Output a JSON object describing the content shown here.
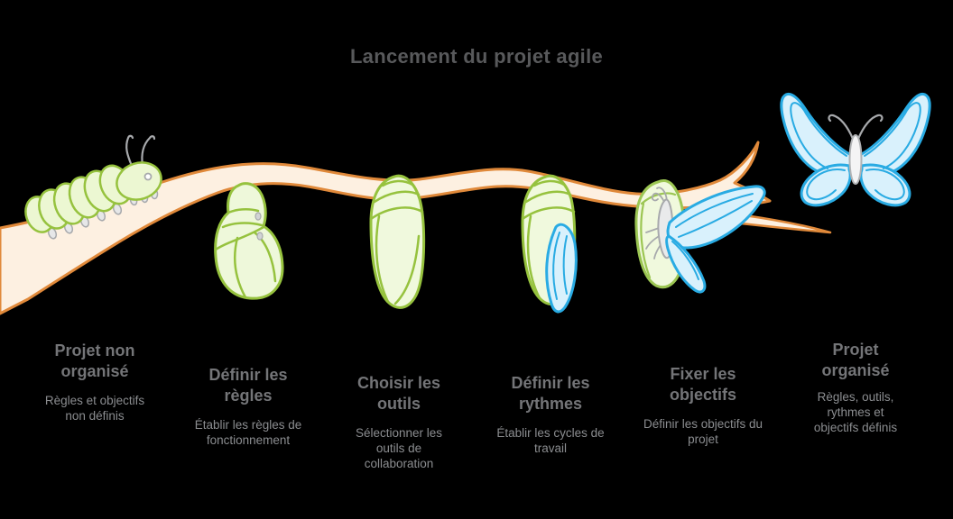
{
  "title": "Lancement du projet agile",
  "colors": {
    "background": "#000000",
    "title_text": "#58595b",
    "stage_heading_text": "#747578",
    "stage_subtext_text": "#8b8d90",
    "branch_fill": "#fdf0e1",
    "branch_stroke": "#e0893a",
    "green_fill": "#eef8da",
    "green_stroke": "#96c23e",
    "blue_fill": "#d9f1fc",
    "blue_stroke": "#29abe3",
    "gray_detail": "#a7a9ac"
  },
  "stages": [
    {
      "heading": "Projet non organisé",
      "subtext": "Règles et objectifs non définis",
      "illustration": "caterpillar-on-branch"
    },
    {
      "heading": "Définir les règles",
      "subtext": "Établir les règles de fonctionnement",
      "illustration": "caterpillar-curling-into-chrysalis"
    },
    {
      "heading": "Choisir les outils",
      "subtext": "Sélectionner les outils de collaboration",
      "illustration": "chrysalis"
    },
    {
      "heading": "Définir les rythmes",
      "subtext": "Établir les cycles de travail",
      "illustration": "chrysalis-wings-emerging"
    },
    {
      "heading": "Fixer les objectifs",
      "subtext": "Définir les objectifs du projet",
      "illustration": "butterfly-emerging-from-chrysalis"
    },
    {
      "heading": "Projet organisé",
      "subtext": "Règles, outils, rythmes et objectifs définis",
      "illustration": "butterfly"
    }
  ]
}
